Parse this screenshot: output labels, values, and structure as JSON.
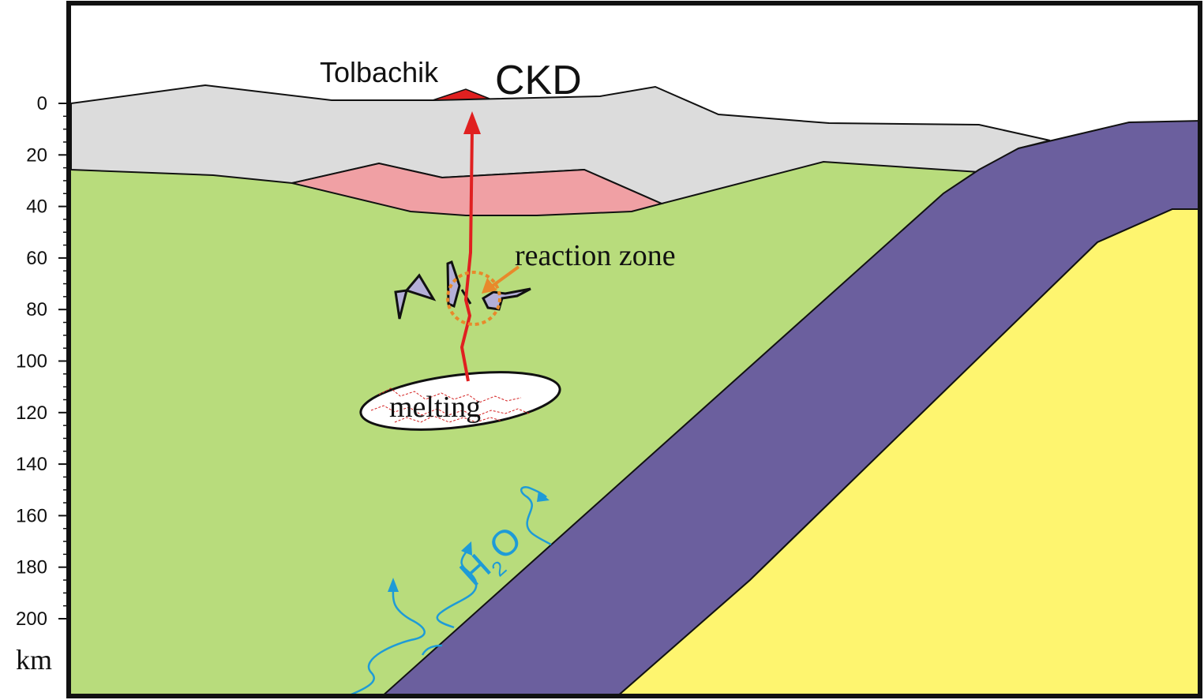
{
  "title_labels": {
    "volcano": "Tolbachik",
    "region": "CKD"
  },
  "annotations": {
    "reaction_zone": "reaction zone",
    "melting": "melting",
    "water_H": "H",
    "water_sub": "2",
    "water_O": "O"
  },
  "axis": {
    "unit": "km",
    "ticks": [
      "0",
      "20",
      "40",
      "60",
      "80",
      "100",
      "120",
      "140",
      "160",
      "180",
      "200"
    ]
  },
  "colors": {
    "crust": "#dcdcdc",
    "lower_crust": "#f0a0a4",
    "mantle": "#b8dc7c",
    "slab": "#6b5f9e",
    "lithosphere": "#fef56f",
    "magma": "#e02020",
    "reaction": "#e8892b",
    "water": "#1e9bd7",
    "blobs": "#b4afd8"
  }
}
